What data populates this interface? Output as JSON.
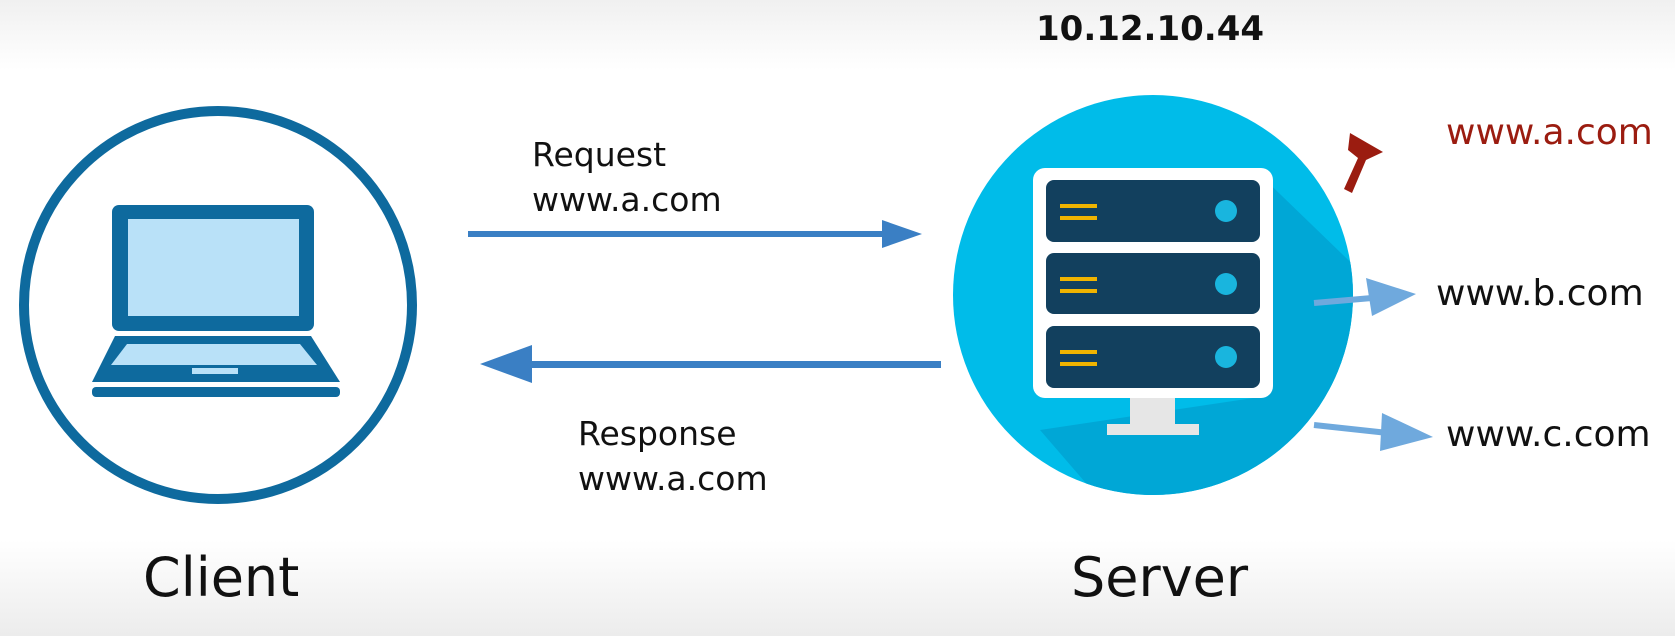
{
  "server": {
    "ip": "10.12.10.44",
    "label": "Server"
  },
  "client": {
    "label": "Client"
  },
  "request": {
    "title": "Request",
    "domain": "www.a.com"
  },
  "response": {
    "title": "Response",
    "domain": "www.a.com"
  },
  "hosted_sites": [
    {
      "domain": "www.a.com",
      "color": "#9b1c10"
    },
    {
      "domain": "www.b.com",
      "color": "#111111"
    },
    {
      "domain": "www.c.com",
      "color": "#111111"
    }
  ],
  "icons": {
    "client": "laptop-icon",
    "server": "server-rack-icon"
  },
  "colors": {
    "client_ring": "#0e6a9e",
    "arrow": "#3a7fc4",
    "server_circle": "#00bce9",
    "server_rack": "#12405e",
    "rack_lines": "#f0b400",
    "rack_dot": "#19b5de",
    "site_arrow": "#6fa9dd",
    "highlight": "#9b1c10"
  }
}
